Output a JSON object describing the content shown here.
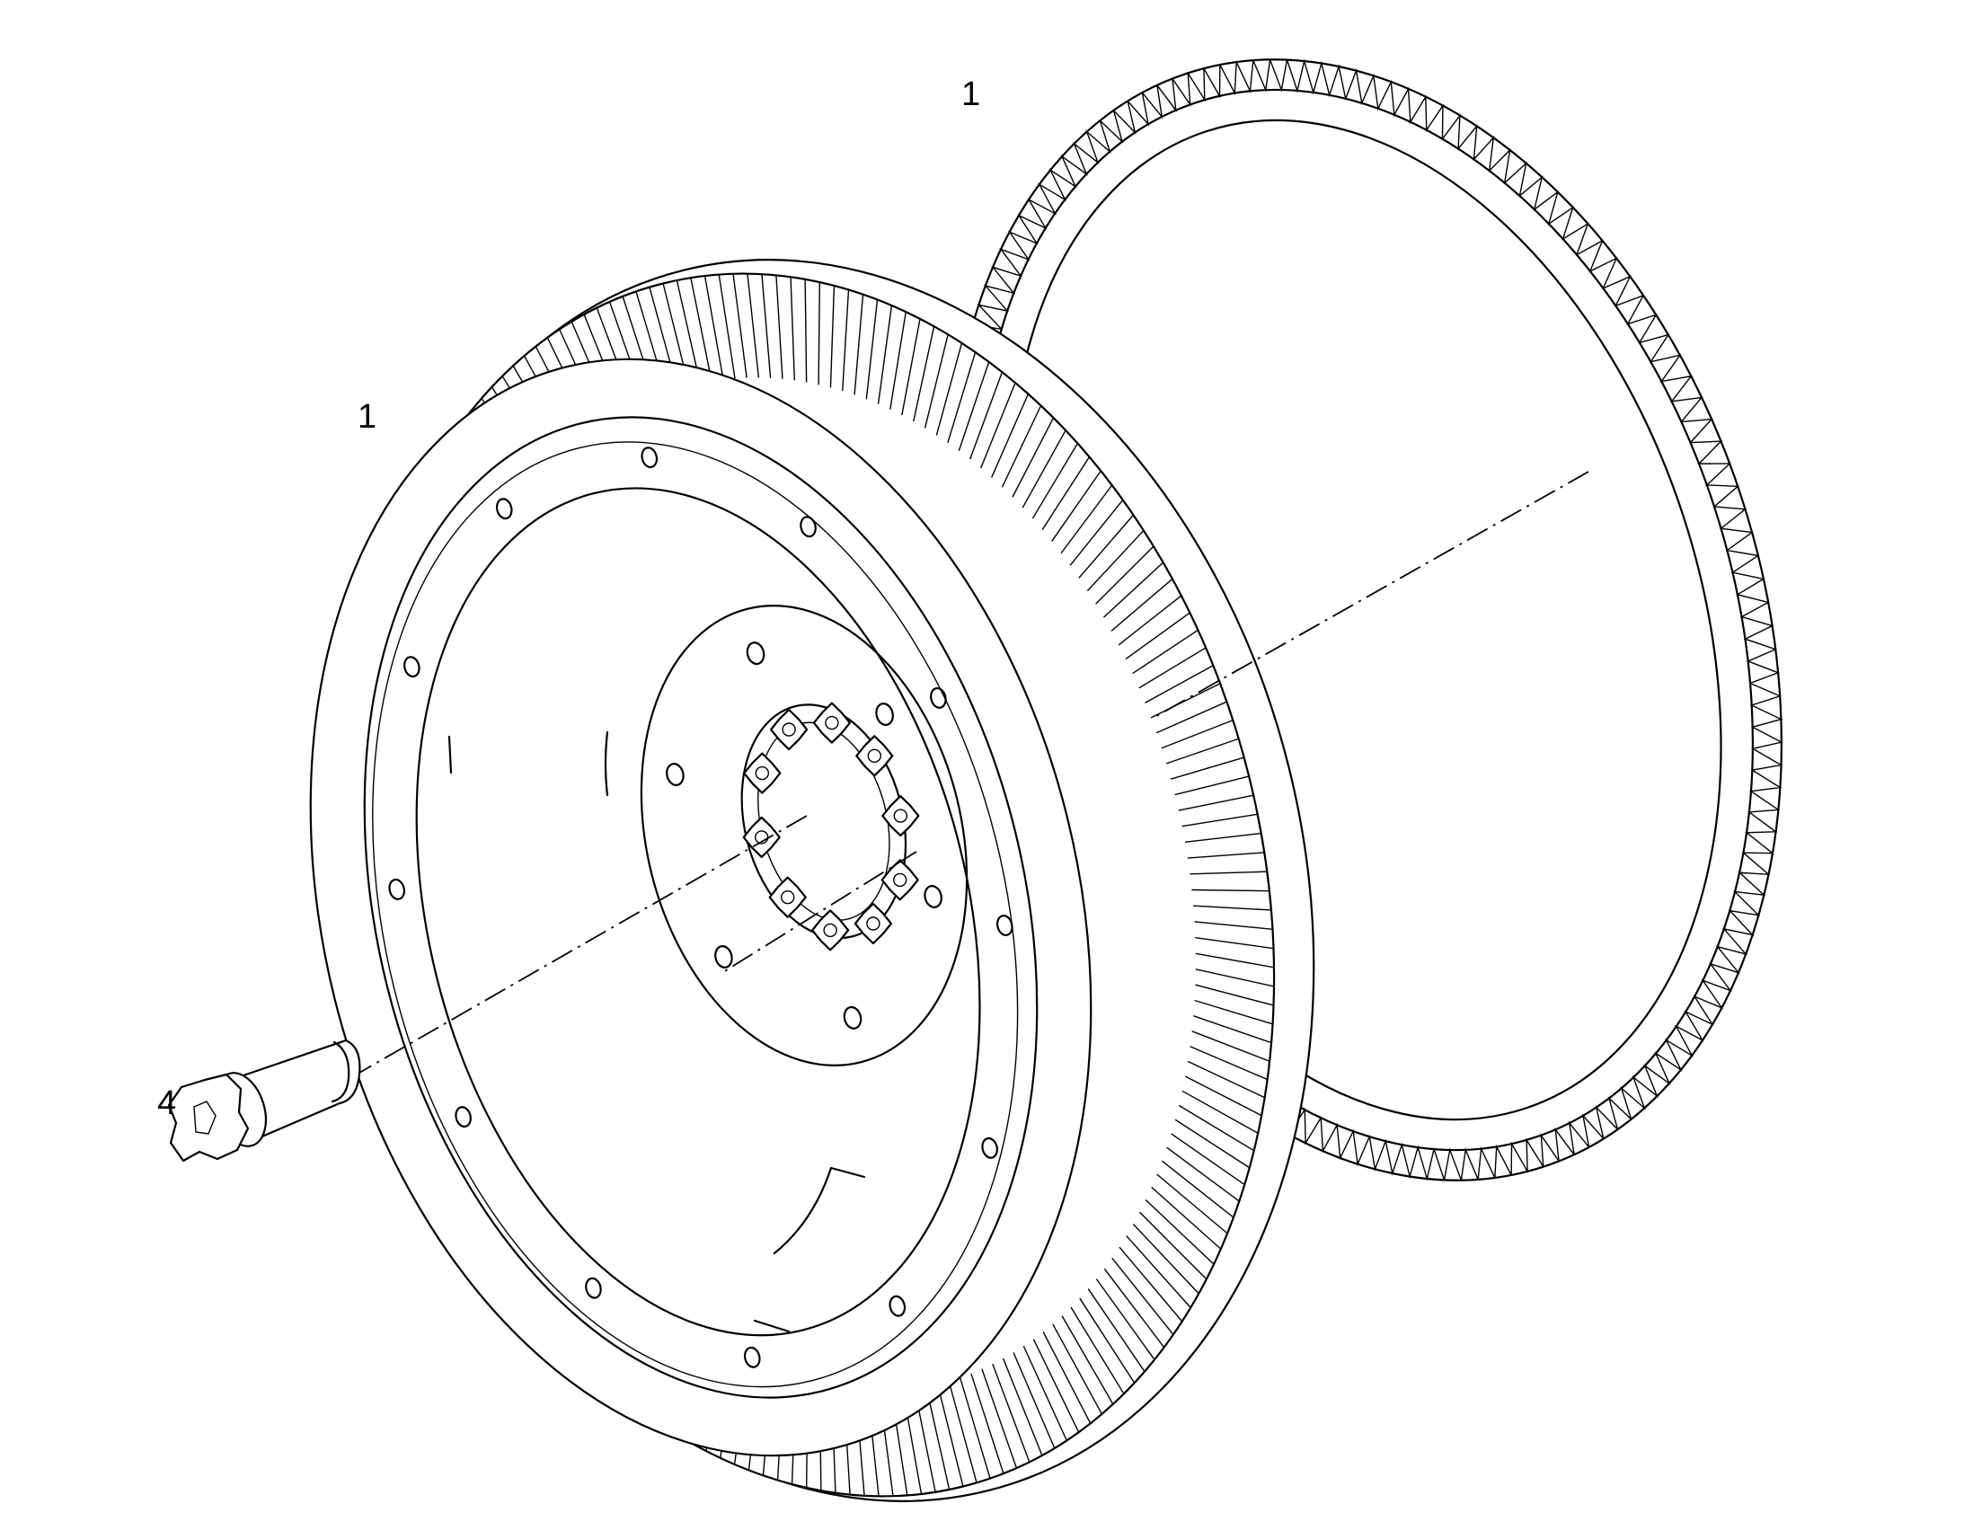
{
  "diagram": {
    "callouts": [
      {
        "id": "ring-gear",
        "label": "1"
      },
      {
        "id": "flywheel",
        "label": "1"
      },
      {
        "id": "bolt",
        "label": "4"
      }
    ],
    "colors": {
      "line": "#000000",
      "background": "#ffffff"
    }
  }
}
